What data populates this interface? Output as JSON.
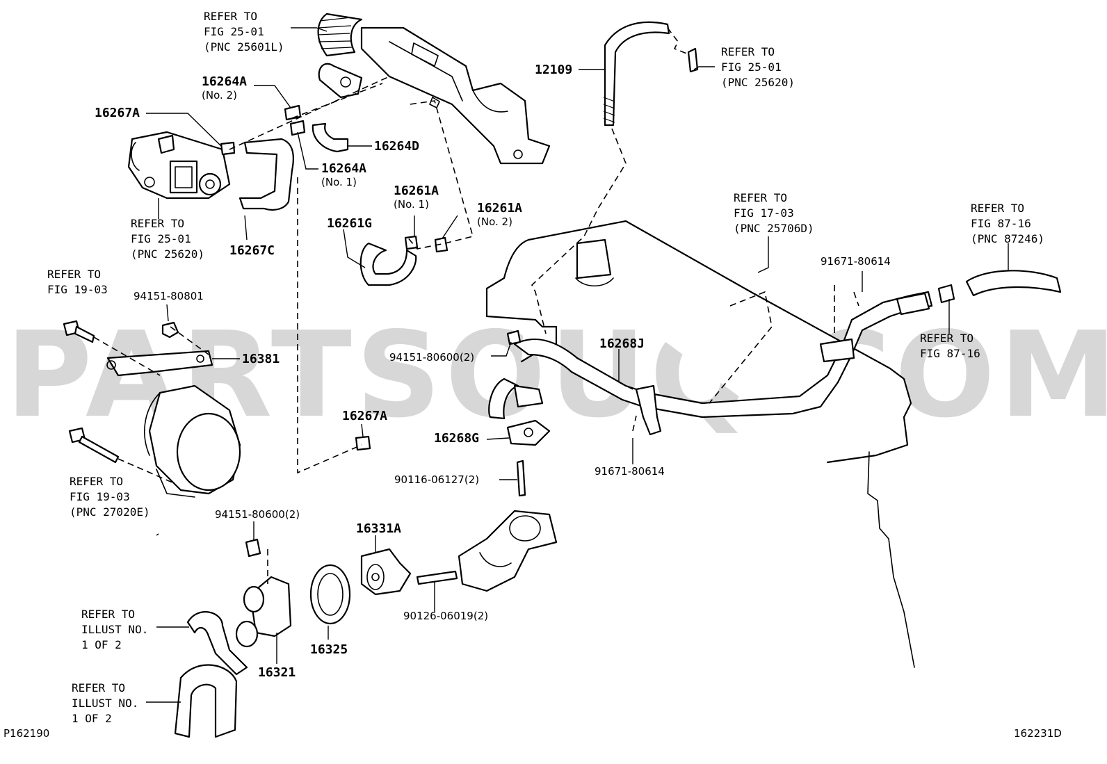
{
  "watermark": "PARTSOUQ.COM",
  "figure_code_left": "P162190",
  "figure_code_right": "162231D",
  "refs": {
    "r1": [
      "REFER TO",
      "FIG 25-01",
      "(PNC 25601L)"
    ],
    "r2": [
      "REFER TO",
      "FIG 25-01",
      "(PNC 25620)"
    ],
    "r3": [
      "REFER TO",
      "FIG 25-01",
      "(PNC 25620)"
    ],
    "r4": [
      "REFER TO",
      "FIG 19-03"
    ],
    "r5": [
      "REFER TO",
      "FIG 19-03",
      "(PNC 27020E)"
    ],
    "r6": [
      "REFER TO",
      "FIG 17-03",
      "(PNC 25706D)"
    ],
    "r7": [
      "REFER TO",
      "FIG 87-16",
      "(PNC 87246)"
    ],
    "r8": [
      "REFER TO",
      "FIG 87-16"
    ],
    "r9": [
      "REFER TO",
      "ILLUST NO.",
      "1 OF 2"
    ],
    "r10": [
      "REFER TO",
      "ILLUST NO.",
      "1 OF 2"
    ]
  },
  "parts": {
    "p12109": "12109",
    "p16264A_2": "16264A",
    "p16264A_2_sub": "(No. 2)",
    "p16267A_top": "16267A",
    "p16264D": "16264D",
    "p16264A_1": "16264A",
    "p16264A_1_sub": "(No. 1)",
    "p16261A_1": "16261A",
    "p16261A_1_sub": "(No. 1)",
    "p16261A_2": "16261A",
    "p16261A_2_sub": "(No. 2)",
    "p16261G": "16261G",
    "p16267C": "16267C",
    "p94151_80801": "94151-80801",
    "p16381": "16381",
    "p94151_80600_a": "94151-80600(2)",
    "p16268J": "16268J",
    "p91671_80614_a": "91671-80614",
    "p91671_80614_b": "91671-80614",
    "p16267A_mid": "16267A",
    "p16268G": "16268G",
    "p90116_06127": "90116-06127(2)",
    "p94151_80600_b": "94151-80600(2)",
    "p16331A": "16331A",
    "p90126_06019": "90126-06019(2)",
    "p16325": "16325",
    "p16321": "16321"
  }
}
